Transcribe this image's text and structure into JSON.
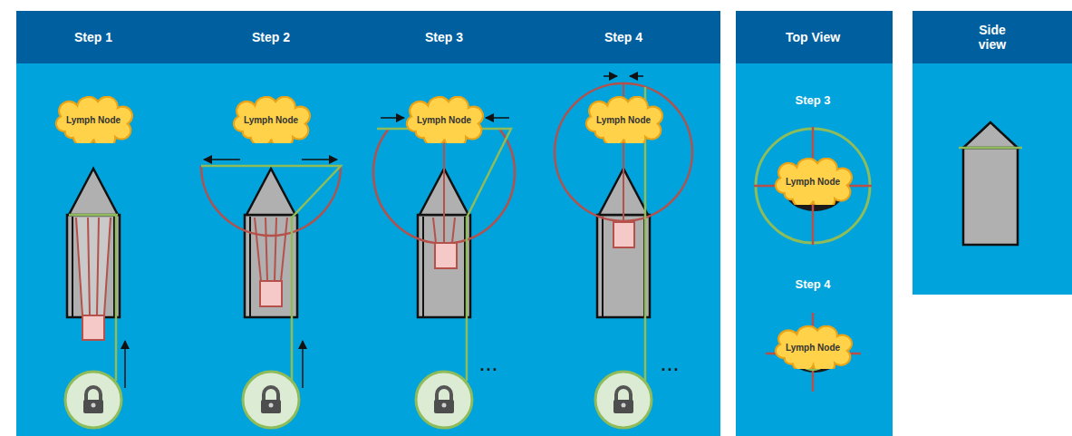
{
  "diagram": {
    "nodes": [
      {
        "text": [
          "Lymph Node"
        ]
      },
      {
        "text": [
          "Lymph Node"
        ]
      },
      {
        "text": [
          "Lymph Node"
        ]
      },
      {
        "text": [
          "Lymph Node"
        ]
      },
      {
        "text": [
          "Lymph Node"
        ]
      },
      {
        "text": [
          "Lymph Node"
        ]
      }
    ],
    "labels": [
      "Step 1",
      "Step 2",
      "Step 3",
      "Step 4",
      "Top View",
      "Side view",
      "Step 3",
      "Step 4",
      "...",
      "..."
    ]
  }
}
